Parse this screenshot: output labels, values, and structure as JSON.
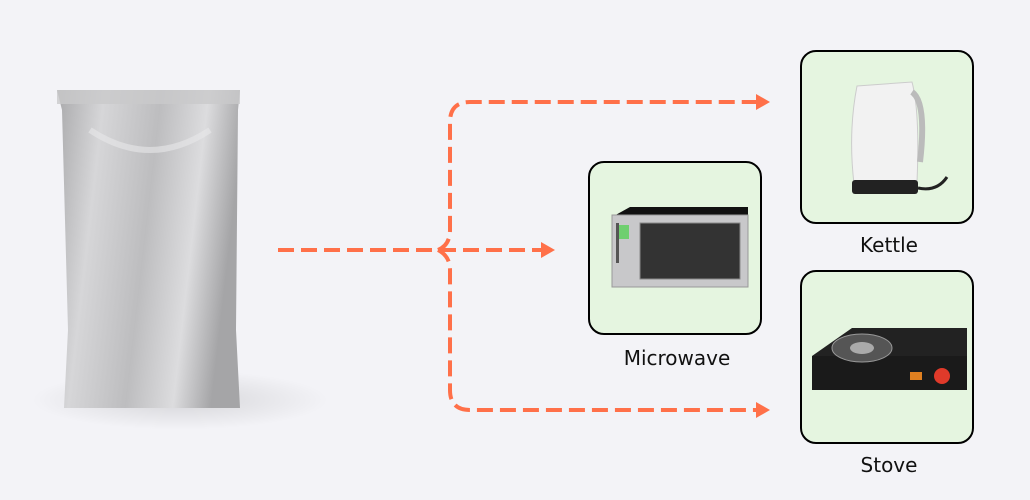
{
  "colors": {
    "arrow": "#ff7049",
    "box_fill": "#e5f5e0",
    "background": "#f3f3f7"
  },
  "nodes": {
    "source": {
      "icon": "foil-pouch-icon"
    },
    "microwave": {
      "label": "Microwave",
      "icon": "microwave-icon"
    },
    "kettle": {
      "label": "Kettle",
      "icon": "kettle-icon"
    },
    "stove": {
      "label": "Stove",
      "icon": "stove-icon"
    }
  }
}
